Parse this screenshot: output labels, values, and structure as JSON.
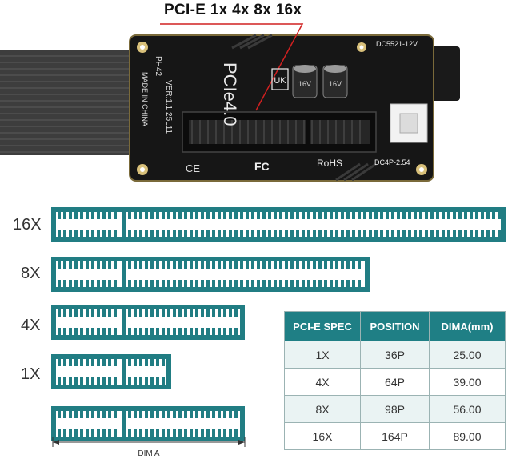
{
  "headline": "PCI-E 1x 4x 8x 16x",
  "board": {
    "model": "PCIe4.0",
    "brand_badge": "UK",
    "model_code": "PH42",
    "version": "VER:1.1 25L11",
    "origin": "MADE IN CHINA",
    "rohs": "RoHS",
    "fcc": "FC",
    "ce": "CE",
    "dc_jack": "DC5521-12V",
    "dc_header": "DC4P-2.54",
    "cap1": "16V",
    "cap2": "16V"
  },
  "slots": [
    {
      "label": "16X",
      "spec": "16X"
    },
    {
      "label": "8X",
      "spec": "8X"
    },
    {
      "label": "4X",
      "spec": "4X"
    },
    {
      "label": "1X",
      "spec": "1X"
    }
  ],
  "dim_label": "DIM A",
  "table": {
    "headers": [
      "PCI-E SPEC",
      "POSITION",
      "DIMA(mm)"
    ],
    "rows": [
      [
        "1X",
        "36P",
        "25.00"
      ],
      [
        "4X",
        "64P",
        "39.00"
      ],
      [
        "8X",
        "98P",
        "56.00"
      ],
      [
        "16X",
        "164P",
        "89.00"
      ]
    ]
  },
  "colors": {
    "slot": "#217d83",
    "board": "#161616",
    "header_bg": "#1f7f85"
  }
}
